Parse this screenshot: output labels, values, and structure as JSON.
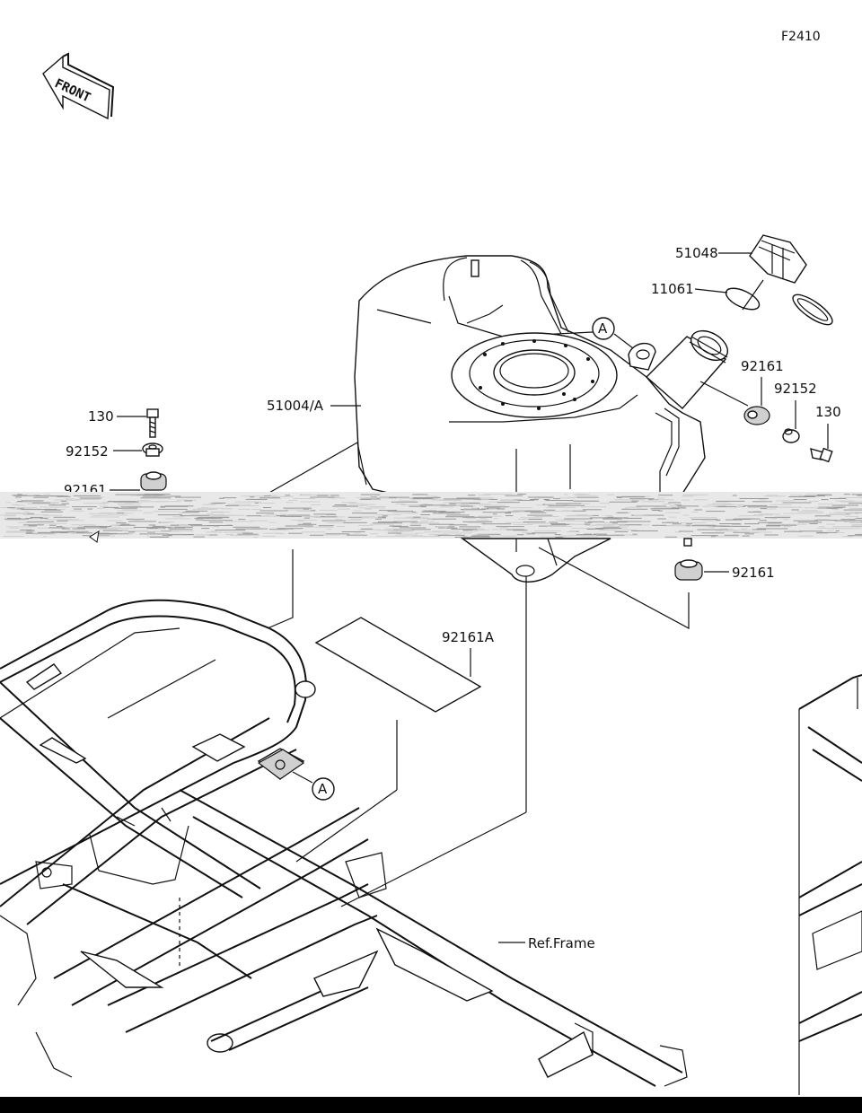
{
  "figure_code": "F2410",
  "front_label": "FRONT",
  "callout_marker": "A",
  "parts": {
    "fuel_tank": "51004/A",
    "cap": "51048",
    "gasket": "11061",
    "damper_upper_right": "92161",
    "collar_right": "92152",
    "bolt_right": "130",
    "bolt_left": "130",
    "collar_left": "92152",
    "damper_left": "92161",
    "damper_lower_right": "92161",
    "pad": "92161A",
    "frame_ref": "Ref.Frame"
  },
  "colors": {
    "line": "#111111",
    "background": "#ffffff",
    "bottom_bar": "#000000"
  }
}
